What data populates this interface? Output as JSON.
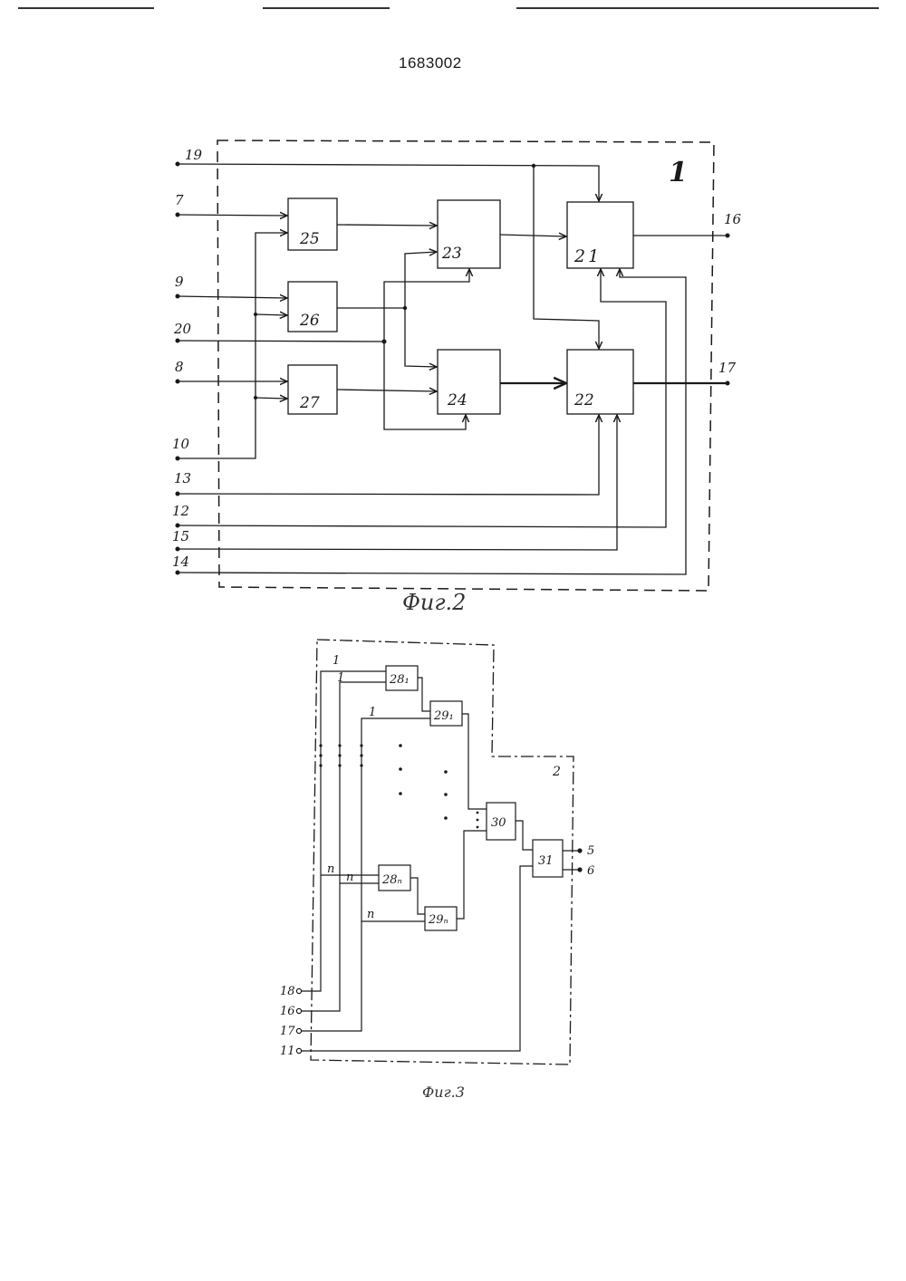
{
  "header": {
    "patent_number": "1683002"
  },
  "fig2": {
    "caption": "Фиг.2",
    "unit_label": "1",
    "blocks": {
      "b25": "25",
      "b26": "26",
      "b27": "27",
      "b23": "23",
      "b24": "24",
      "b21": "21",
      "b22": "22"
    },
    "inputs": {
      "in19": "19",
      "in7": "7",
      "in9": "9",
      "in20": "20",
      "in8": "8",
      "in10": "10",
      "in13": "13",
      "in12": "12",
      "in15": "15",
      "in14": "14"
    },
    "outputs": {
      "out16": "16",
      "out17": "17"
    }
  },
  "fig3": {
    "caption": "Фиг.3",
    "unit_label": "2",
    "blocks": {
      "b28_1": "28₁",
      "b29_1": "29₁",
      "b28_n": "28ₙ",
      "b29_n": "29ₙ",
      "b30": "30",
      "b31": "31"
    },
    "line_labels": {
      "l1a": "1",
      "l1b": "1",
      "l1c": "1",
      "lna": "n",
      "lnb": "n",
      "lnc": "n"
    },
    "inputs": {
      "in18": "18",
      "in16": "16",
      "in17": "17",
      "in11": "11"
    },
    "outputs": {
      "out5": "5",
      "out6": "6"
    }
  }
}
